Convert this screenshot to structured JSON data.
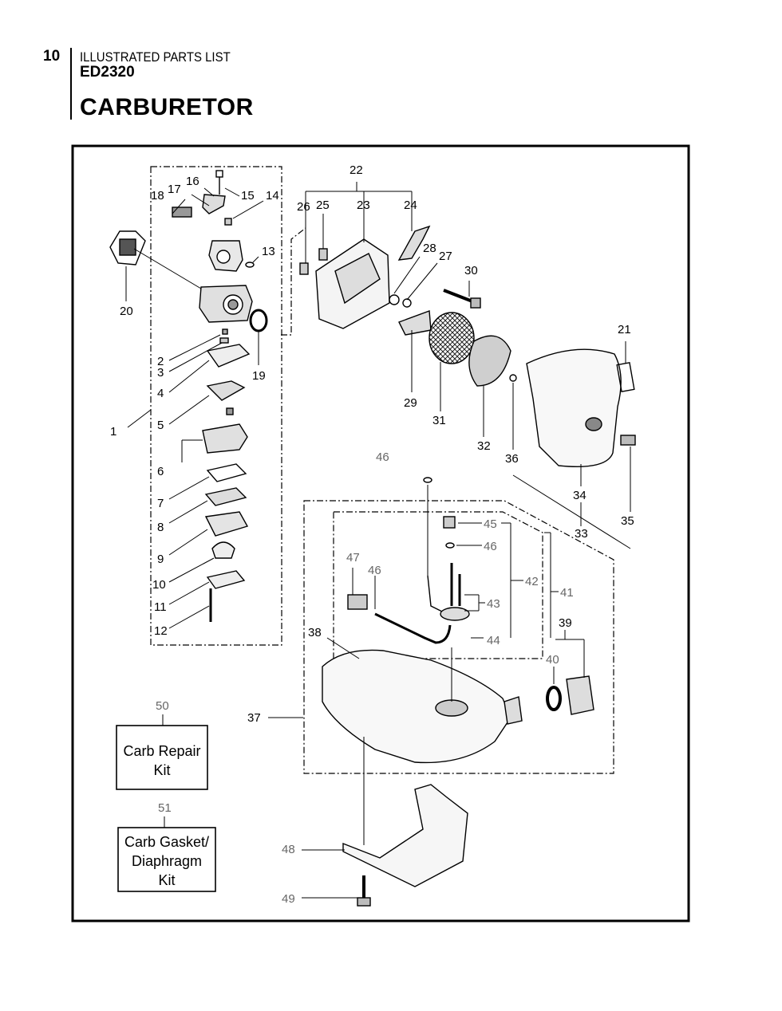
{
  "header": {
    "page_number": "10",
    "section": "ILLUSTRATED PARTS LIST",
    "model": "ED2320",
    "title": "CARBURETOR"
  },
  "callouts": {
    "c1": "1",
    "c2": "2",
    "c3": "3",
    "c4": "4",
    "c5": "5",
    "c6": "6",
    "c7": "7",
    "c8": "8",
    "c9": "9",
    "c10": "10",
    "c11": "11",
    "c12": "12",
    "c13": "13",
    "c14": "14",
    "c15": "15",
    "c16": "16",
    "c17": "17",
    "c18": "18",
    "c19": "19",
    "c20": "20",
    "c21": "21",
    "c22": "22",
    "c23": "23",
    "c24": "24",
    "c25": "25",
    "c26": "26",
    "c27": "27",
    "c28": "28",
    "c29": "29",
    "c30": "30",
    "c31": "31",
    "c32": "32",
    "c33": "33",
    "c34": "34",
    "c35": "35",
    "c36": "36",
    "c37": "37",
    "c38": "38",
    "c39": "39",
    "c40": "40",
    "c41": "41",
    "c42": "42",
    "c43": "43",
    "c44": "44",
    "c45": "45",
    "c46a": "46",
    "c46b": "46",
    "c46c": "46",
    "c47": "47",
    "c48": "48",
    "c49": "49",
    "c50": "50",
    "c51": "51"
  },
  "kits": {
    "repair": {
      "line1": "Carb Repair",
      "line2": "Kit"
    },
    "gasket": {
      "line1": "Carb Gasket/",
      "line2": "Diaphragm",
      "line3": "Kit"
    }
  },
  "colors": {
    "ink": "#000000",
    "grey_callout": "#666666",
    "paper": "#ffffff"
  }
}
